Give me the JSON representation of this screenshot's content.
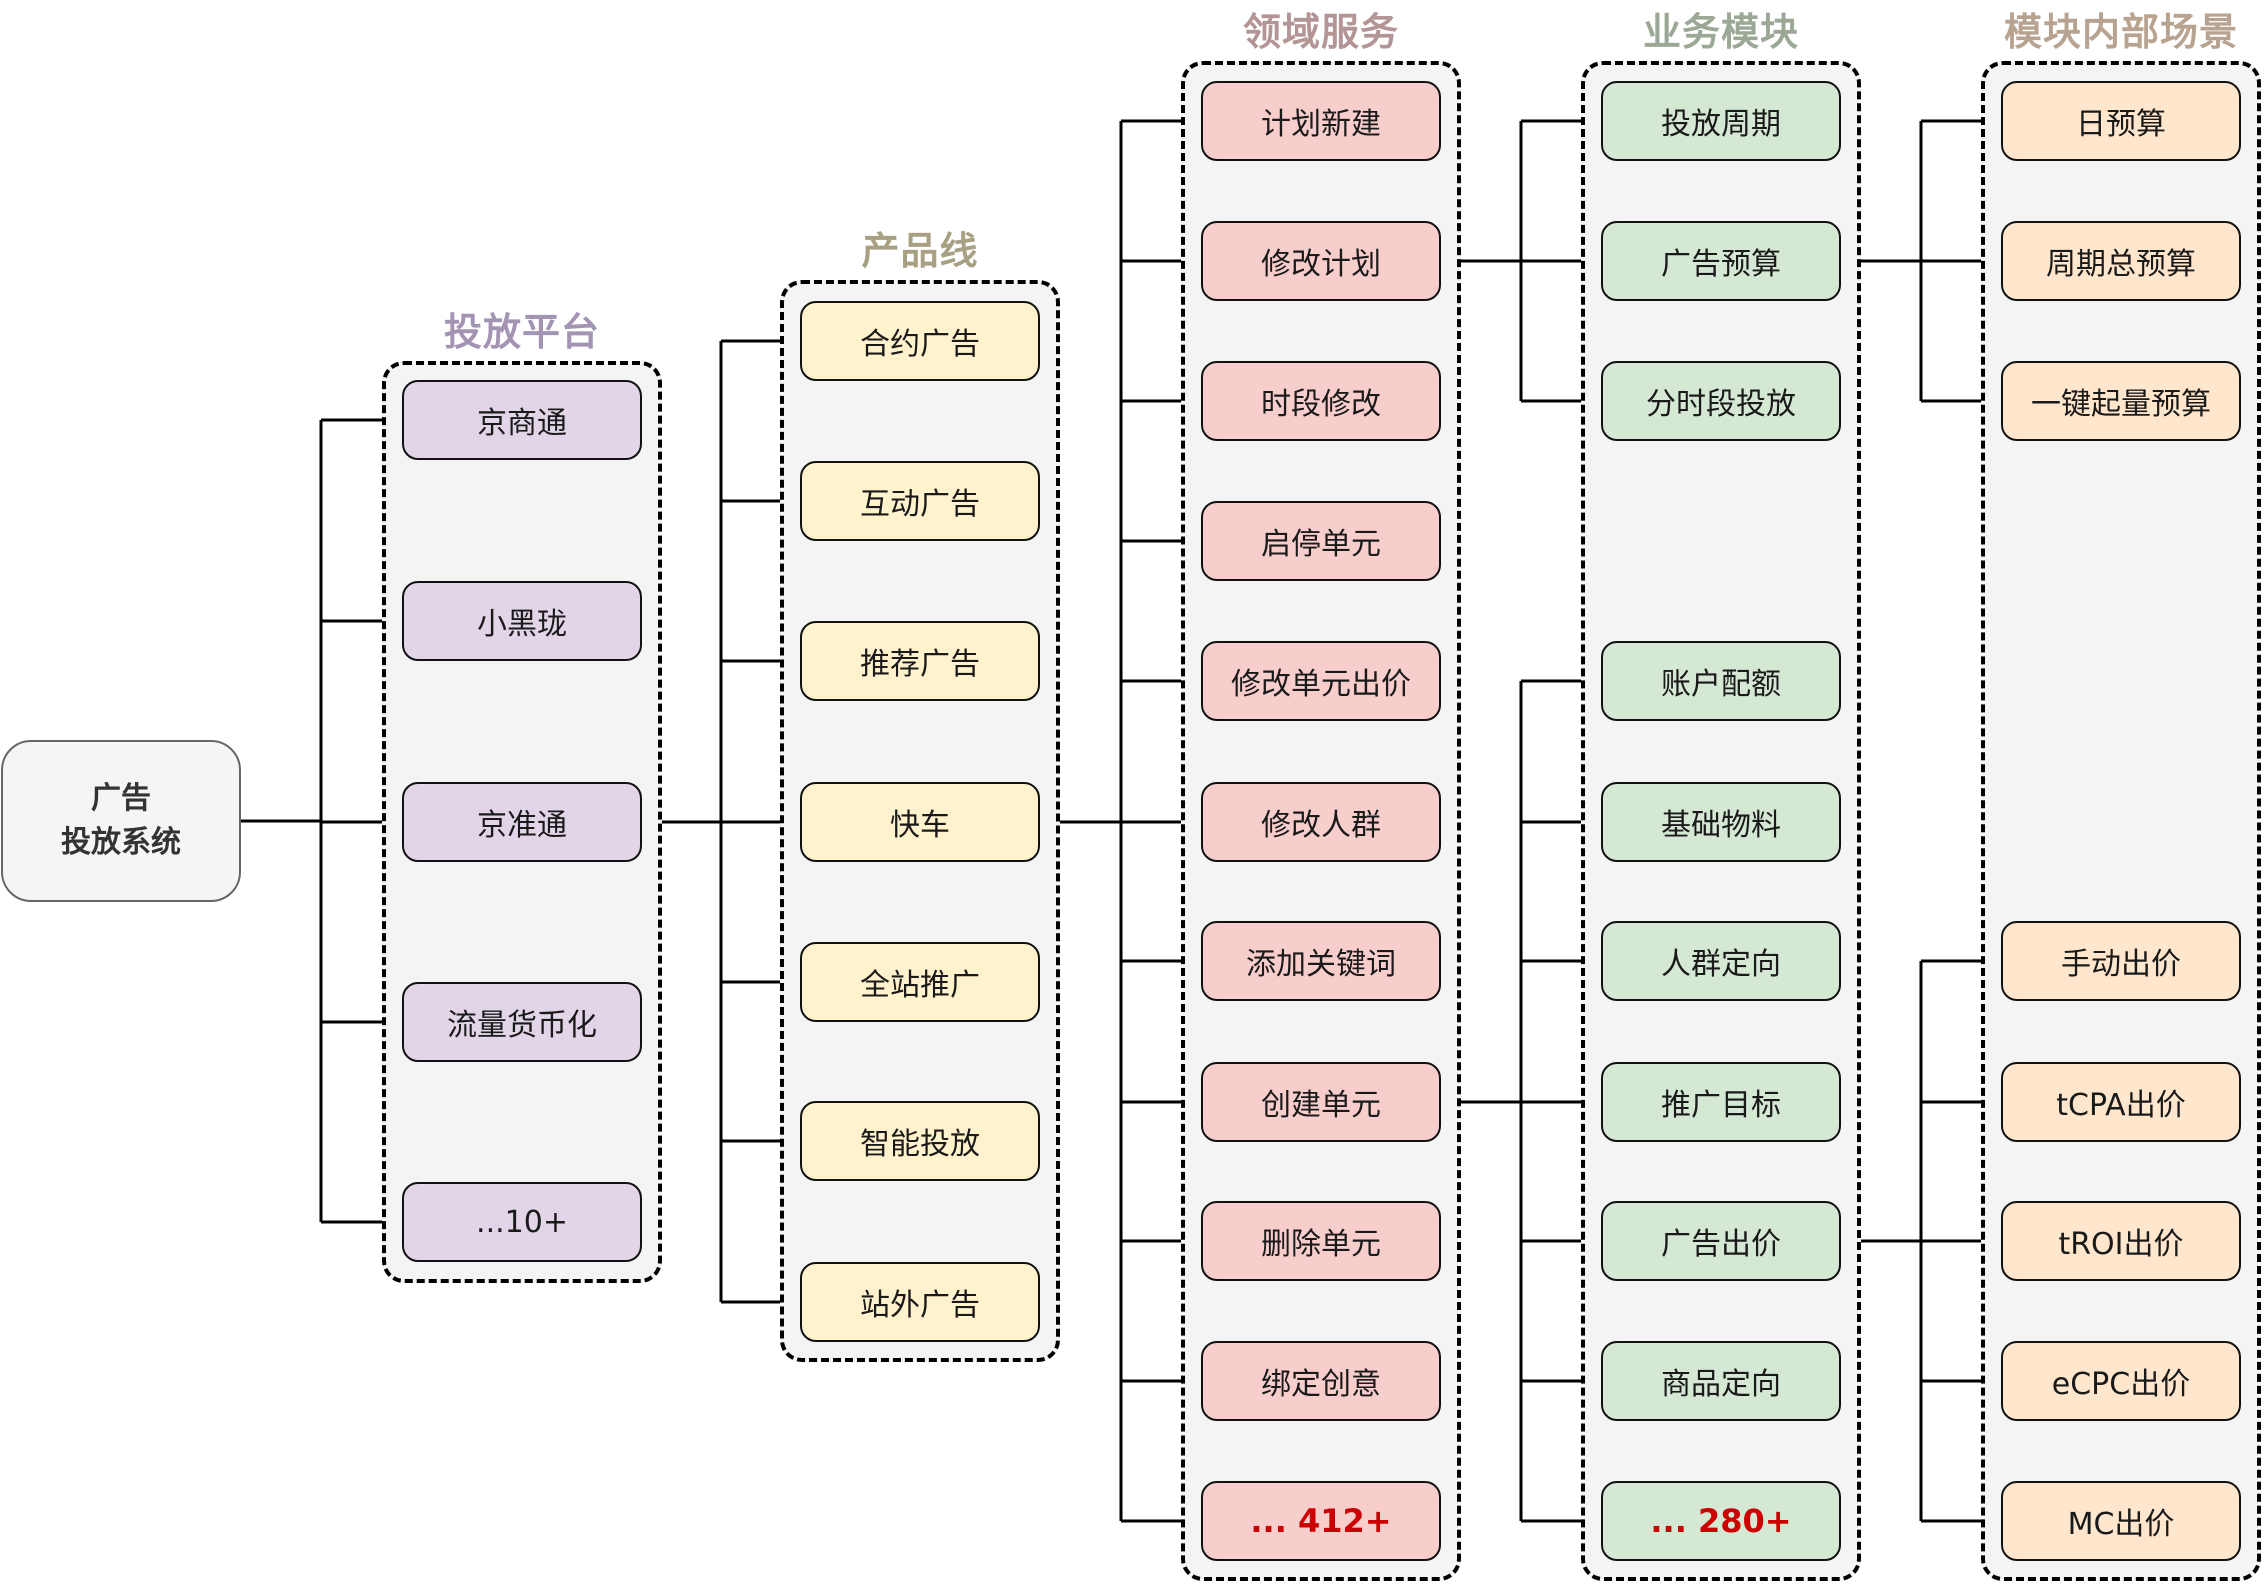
{
  "root": {
    "line1": "广告",
    "line2": "投放系统"
  },
  "colors": {
    "group_bg": "#f4f4f4",
    "more_text": "#cc0000"
  },
  "columns": [
    {
      "title": "投放平台",
      "title_color": "#a494b4",
      "fill": "#e1d5e7",
      "items": [
        "京商通",
        "小黑珑",
        "京准通",
        "流量货币化",
        "...10+"
      ],
      "more_index": -1
    },
    {
      "title": "产品线",
      "title_color": "#a8a083",
      "fill": "#fff2cc",
      "items": [
        "合约广告",
        "互动广告",
        "推荐广告",
        "快车",
        "全站推广",
        "智能投放",
        "站外广告"
      ],
      "more_index": -1
    },
    {
      "title": "领域服务",
      "title_color": "#b39595",
      "fill": "#f8cecc",
      "items": [
        "计划新建",
        "修改计划",
        "时段修改",
        "启停单元",
        "修改单元出价",
        "修改人群",
        "添加关键词",
        "创建单元",
        "删除单元",
        "绑定创意",
        "... 412+"
      ],
      "more_index": 10
    },
    {
      "title": "业务模块",
      "title_color": "#9aa895",
      "fill": "#d5e8d4",
      "items": [
        "投放周期",
        "广告预算",
        "分时段投放",
        "账户配额",
        "基础物料",
        "人群定向",
        "推广目标",
        "广告出价",
        "商品定向",
        "... 280+"
      ],
      "more_index": 9
    },
    {
      "title": "模块内部场景",
      "title_color": "#b8a390",
      "fill": "#ffe6cc",
      "items": [
        "日预算",
        "周期总预算",
        "一键起量预算",
        "手动出价",
        "tCPA出价",
        "tROI出价",
        "eCPC出价",
        "MC出价"
      ],
      "more_index": -1
    }
  ],
  "edges": [
    {
      "from": "root",
      "to_column": 0,
      "to_items": [
        0,
        1,
        2,
        3,
        4
      ]
    },
    {
      "from_column": 0,
      "from_item": 2,
      "to_column": 1,
      "to_items": [
        0,
        1,
        2,
        3,
        4,
        5,
        6
      ]
    },
    {
      "from_column": 1,
      "from_item": 3,
      "to_column": 2,
      "to_items": [
        0,
        1,
        2,
        3,
        4,
        5,
        6,
        7,
        8,
        9,
        10
      ]
    },
    {
      "from_column": 2,
      "from_item": 1,
      "to_column": 3,
      "to_items": [
        0,
        1,
        2
      ]
    },
    {
      "from_column": 2,
      "from_item": 7,
      "to_column": 3,
      "to_items": [
        3,
        4,
        5,
        6,
        7,
        8,
        9
      ]
    },
    {
      "from_column": 3,
      "from_item": 1,
      "to_column": 4,
      "to_items": [
        0,
        1,
        2
      ]
    },
    {
      "from_column": 3,
      "from_item": 7,
      "to_column": 4,
      "to_items": [
        3,
        4,
        5,
        6,
        7
      ]
    }
  ]
}
